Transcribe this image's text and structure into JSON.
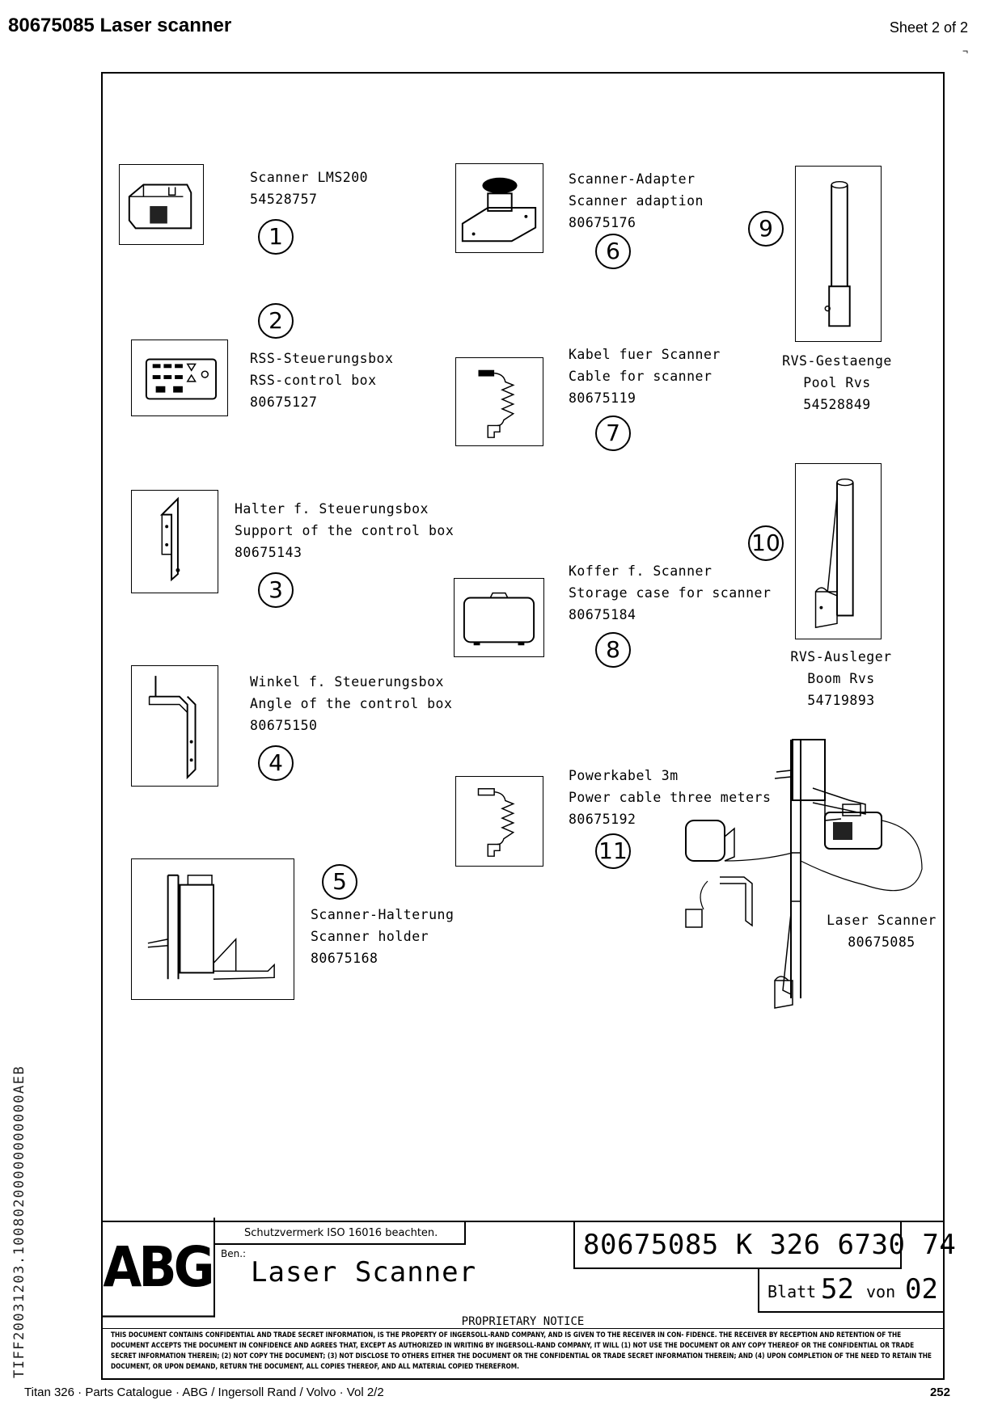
{
  "header": {
    "title": "80675085  Laser scanner",
    "sheet": "Sheet 2 of 2",
    "corner_mark": "¬"
  },
  "parts": [
    {
      "num": "1",
      "lines": [
        "Scanner LMS200",
        "54528757"
      ],
      "icon": "scanner-icon"
    },
    {
      "num": "2",
      "lines": [
        "RSS-Steuerungsbox",
        "RSS-control box",
        "80675127"
      ],
      "icon": "control-box-icon"
    },
    {
      "num": "3",
      "lines": [
        "Halter f. Steuerungsbox",
        "Support of the control box",
        "80675143"
      ],
      "icon": "support-bracket-icon"
    },
    {
      "num": "4",
      "lines": [
        "Winkel f. Steuerungsbox",
        "Angle of the control box",
        "80675150"
      ],
      "icon": "angle-bracket-icon"
    },
    {
      "num": "5",
      "lines": [
        "Scanner-Halterung",
        "Scanner holder",
        "80675168"
      ],
      "icon": "scanner-holder-icon"
    },
    {
      "num": "6",
      "lines": [
        "Scanner-Adapter",
        "Scanner adaption",
        "80675176"
      ],
      "icon": "scanner-adapter-icon"
    },
    {
      "num": "7",
      "lines": [
        "Kabel fuer Scanner",
        "Cable for scanner",
        "80675119"
      ],
      "icon": "cable-icon"
    },
    {
      "num": "8",
      "lines": [
        "Koffer f. Scanner",
        "Storage case for scanner",
        "80675184"
      ],
      "icon": "storage-case-icon"
    },
    {
      "num": "9",
      "lines": [
        "RVS-Gestaenge",
        "Pool Rvs",
        "54528849"
      ],
      "icon": "pole-icon"
    },
    {
      "num": "10",
      "lines": [
        "RVS-Ausleger",
        "Boom Rvs",
        "54719893"
      ],
      "icon": "boom-icon"
    },
    {
      "num": "11",
      "lines": [
        "Powerkabel 3m",
        "Power cable three meters",
        "80675192"
      ],
      "icon": "power-cable-icon"
    }
  ],
  "assembly": {
    "lines": [
      "Laser Scanner",
      "80675085"
    ],
    "icon": "laser-scanner-assembly-icon"
  },
  "title_block": {
    "logo": "ABG",
    "schutz": "Schutzvermerk ISO 16016 beachten.",
    "ben_label": "Ben.:",
    "name": "Laser Scanner",
    "drawing_number": "80675085 K 326 6730 74",
    "blatt_label": "Blatt",
    "blatt_value": "52",
    "von_label": "von",
    "von_value": "02",
    "proprietary_title": "PROPRIETARY NOTICE",
    "proprietary_text": "This document contains confidential and trade secret information, is the property of Ingersoll-Rand company, and is given to the receiver in con- fidence. The receiver by reception and retention of the document accepts the document in confidence and agrees that, except as authorized in writing by Ingersoll-Rand company, it will (1) not use the document or any copy thereof or the confidential or trade secret information therein; (2) not copy the document; (3) not disclose to others either the document or the confidential or trade secret information therein; and (4) upon completion of the need to retain the document, or upon demand, return the document, all copies thereof, and all material copied therefrom."
  },
  "side_text": "TIFF20031203.10080200000000000AEB",
  "footer": {
    "left": "Titan 326  ·  Parts Catalogue  ·  ABG / Ingersoll Rand / Volvo  ·  Vol 2/2",
    "page": "252"
  }
}
